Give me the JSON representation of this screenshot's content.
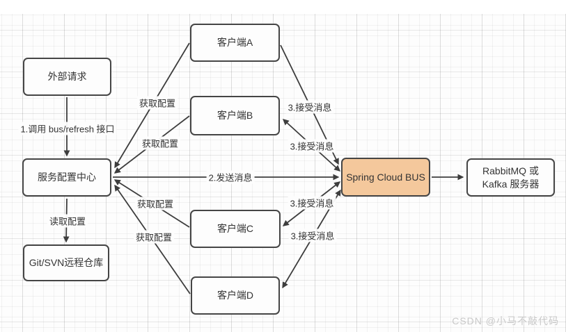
{
  "colors": {
    "bus_fill": "#f4c89c",
    "node_border": "#454545",
    "edge": "#3d3d3d",
    "watermark_text": "#c9c9c9"
  },
  "nodes": {
    "external": {
      "label": "外部请求"
    },
    "config_center": {
      "label": "服务配置中心"
    },
    "git_repo": {
      "label": "Git/SVN远程仓库"
    },
    "client_a": {
      "label": "客户端A"
    },
    "client_b": {
      "label": "客户端B"
    },
    "client_c": {
      "label": "客户端C"
    },
    "client_d": {
      "label": "客户端D"
    },
    "bus": {
      "label": "Spring Cloud BUS"
    },
    "mq": {
      "line1": "RabbitMQ 或",
      "line2": "Kafka 服务器"
    }
  },
  "edge_labels": {
    "call_refresh": "1.调用 bus/refresh 接口",
    "read_config": "读取配置",
    "get_config": "获取配置",
    "send_message": "2.发送消息",
    "receive_message": "3.接受消息"
  },
  "watermark": "CSDN @小马不敲代码"
}
